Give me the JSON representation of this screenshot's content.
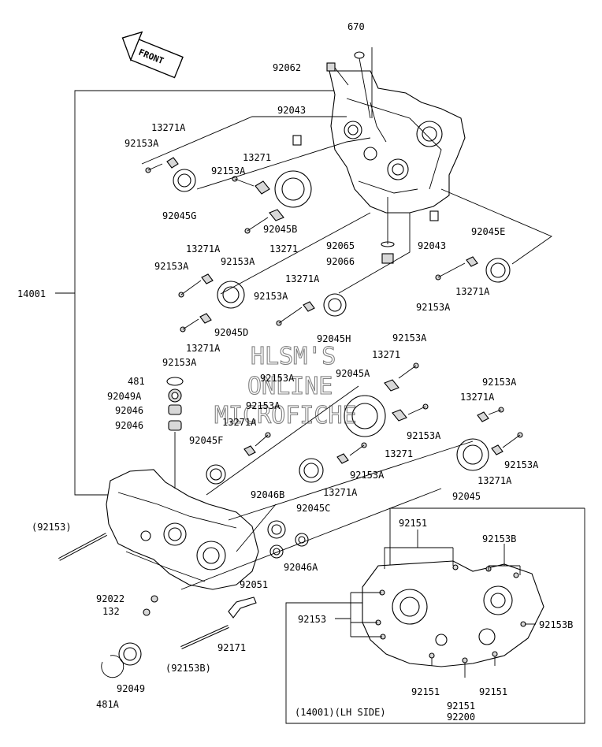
{
  "front_arrow": "FRONT",
  "watermark": [
    "HLSM'S",
    "ONLINE",
    "MICROFICHE"
  ],
  "inset_caption": "(14001)(LH SIDE)",
  "labels": {
    "l670": "670",
    "l92062": "92062",
    "l92043a": "92043",
    "l13271Atop": "13271A",
    "l92153Atop": "92153A",
    "l13271top": "13271",
    "l92153Amid": "92153A",
    "l92045G": "92045G",
    "l92045B": "92045B",
    "l92153Ab": "92153A",
    "l13271b": "13271",
    "l92065": "92065",
    "l92066": "92066",
    "l92043b": "92043",
    "l92045E": "92045E",
    "l13271Ae": "13271A",
    "l92153Ae": "92153A",
    "l13271Ac": "13271A",
    "l92153Ac": "92153A",
    "l13271Ad": "13271A",
    "l92153Ad": "92153A",
    "l14001": "14001",
    "l92045D": "92045D",
    "l13271Af": "13271A",
    "l92153Af": "92153A",
    "l92045H": "92045H",
    "l92153Ag": "92153A",
    "l13271g": "13271",
    "l92153Ah": "92153A",
    "l481": "481",
    "l92049A": "92049A",
    "l92046a": "92046",
    "l92046b": "92046",
    "l92045A": "92045A",
    "l92153Ai": "92153A",
    "l13271Ai": "13271A",
    "l92045F": "92045F",
    "l13271j": "13271",
    "l92153Aj": "92153A",
    "l92153Ak": "92153A",
    "l13271Ak": "13271A",
    "l92153Al": "92153A",
    "l13271Al": "13271A",
    "l92153Am": "92153A",
    "l92045": "92045",
    "l92046B": "92046B",
    "l92045C": "92045C",
    "l92046A": "92046A",
    "l92051": "92051",
    "l92153p": "(92153)",
    "l92022": "92022",
    "l132": "132",
    "l92171": "92171",
    "l92153Bp": "(92153B)",
    "l92049": "92049",
    "l481A": "481A",
    "l92151a": "92151",
    "l92153Bi": "92153B",
    "l92153i": "92153",
    "l92153Bj": "92153B",
    "l92151b": "92151",
    "l92151c": "92151",
    "l92151d": "92151",
    "l92200": "92200"
  }
}
